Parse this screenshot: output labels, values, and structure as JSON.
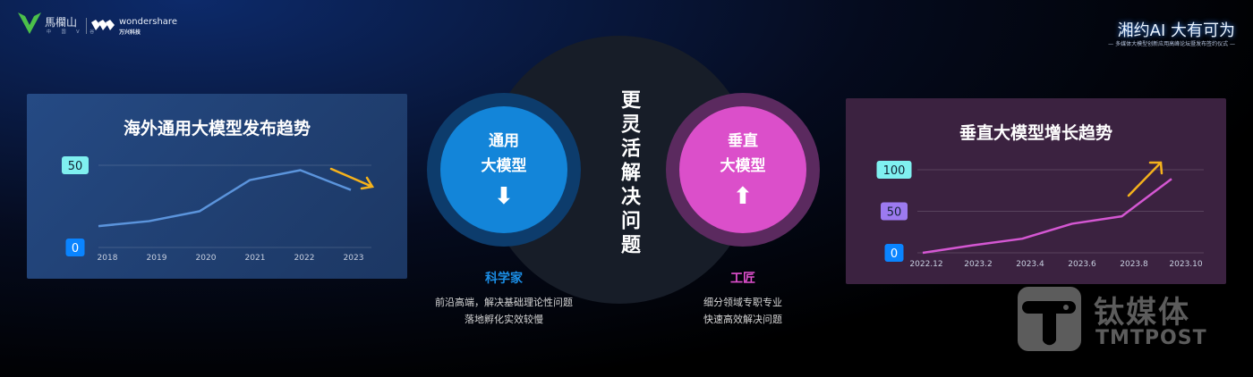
{
  "header": {
    "brand1": "馬欄山",
    "brand1_sub": "中 国 V 谷",
    "brand2": "wondershare",
    "brand2_sub": "万兴科技",
    "event_title": "湘约AI  大有可为",
    "event_subtitle": "— 多媒体大模型创新应用高峰论坛暨发布签约仪式 —"
  },
  "colors": {
    "left_accent": "#1385d9",
    "right_accent": "#db4fca",
    "trend_arrow": "#f5b21c",
    "left_line": "#5b94dc",
    "right_line": "#d457d2"
  },
  "center": {
    "vertical_text": "更灵活解决问题",
    "left_circle": {
      "line1": "通用",
      "line2": "大模型",
      "icon": "arrow-down-icon",
      "role": "科学家",
      "desc1": "前沿高端，解决基础理论性问题",
      "desc2": "落地孵化实效较慢"
    },
    "right_circle": {
      "line1": "垂直",
      "line2": "大模型",
      "icon": "arrow-up-icon",
      "role": "工匠",
      "desc1": "细分领域专职专业",
      "desc2": "快速高效解决问题"
    }
  },
  "watermark": {
    "cn": "钛媒体",
    "en": "TMTPOST"
  },
  "chart_data": [
    {
      "type": "line",
      "title": "海外通用大模型发布趋势",
      "categories": [
        "2018",
        "2019",
        "2020",
        "2021",
        "2022",
        "2023"
      ],
      "values": [
        13,
        16,
        22,
        41,
        47,
        35
      ],
      "yticks": [
        0,
        50
      ],
      "ylim": [
        0,
        50
      ],
      "grid": true,
      "trend": "down"
    },
    {
      "type": "line",
      "title": "垂直大模型增长趋势",
      "categories": [
        "2022.12",
        "2023.2",
        "2023.4",
        "2023.6",
        "2023.8",
        "2023.10"
      ],
      "values": [
        0,
        9,
        17,
        35,
        44,
        89
      ],
      "yticks": [
        0,
        50,
        100
      ],
      "ylim": [
        0,
        100
      ],
      "grid": true,
      "trend": "up"
    }
  ]
}
